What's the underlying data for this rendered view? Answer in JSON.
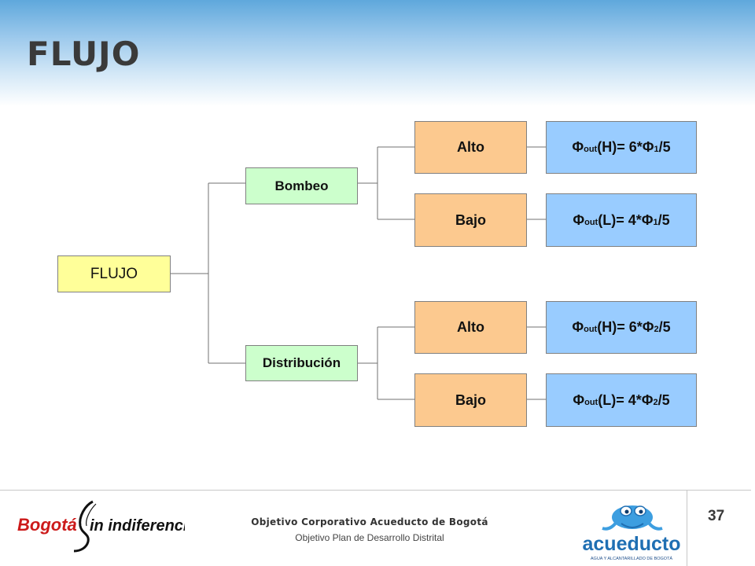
{
  "slide": {
    "title": "FLUJO",
    "page_number": "37"
  },
  "colors": {
    "root": "#ffff99",
    "branch": "#ccffcc",
    "level": "#fcc98f",
    "formula": "#99ccff",
    "border": "#808080"
  },
  "diagram": {
    "root": "FLUJO",
    "branches": [
      {
        "label": "Bombeo",
        "children": [
          {
            "label": "Alto",
            "formula": {
              "prefix": "Φ",
              "sub": "out",
              "middle": "(H)= 6*Φ",
              "index": "1",
              "suffix": "/5"
            }
          },
          {
            "label": "Bajo",
            "formula": {
              "prefix": "Φ",
              "sub": "out",
              "middle": "(L)= 4*Φ",
              "index": "1",
              "suffix": "/5"
            }
          }
        ]
      },
      {
        "label": "Distribución",
        "children": [
          {
            "label": "Alto",
            "formula": {
              "prefix": "Φ",
              "sub": "out",
              "middle": "(H)= 6*Φ",
              "index": "2",
              "suffix": "/5"
            }
          },
          {
            "label": "Bajo",
            "formula": {
              "prefix": "Φ",
              "sub": "out",
              "middle": "(L)= 4*Φ",
              "index": "2",
              "suffix": "/5"
            }
          }
        ]
      }
    ]
  },
  "footer": {
    "main": "Objetivo Corporativo Acueducto de Bogotá",
    "sub": "Objetivo Plan de Desarrollo Distrital",
    "logo_left": {
      "part1": "Bogotá",
      "part2": "in indiferencia",
      "icon": "bogota-logo-icon"
    },
    "logo_right": {
      "text": "acueducto",
      "tagline": "AGUA Y ALCANTARILLADO DE BOGOTÁ",
      "icon": "frog-logo-icon"
    }
  }
}
